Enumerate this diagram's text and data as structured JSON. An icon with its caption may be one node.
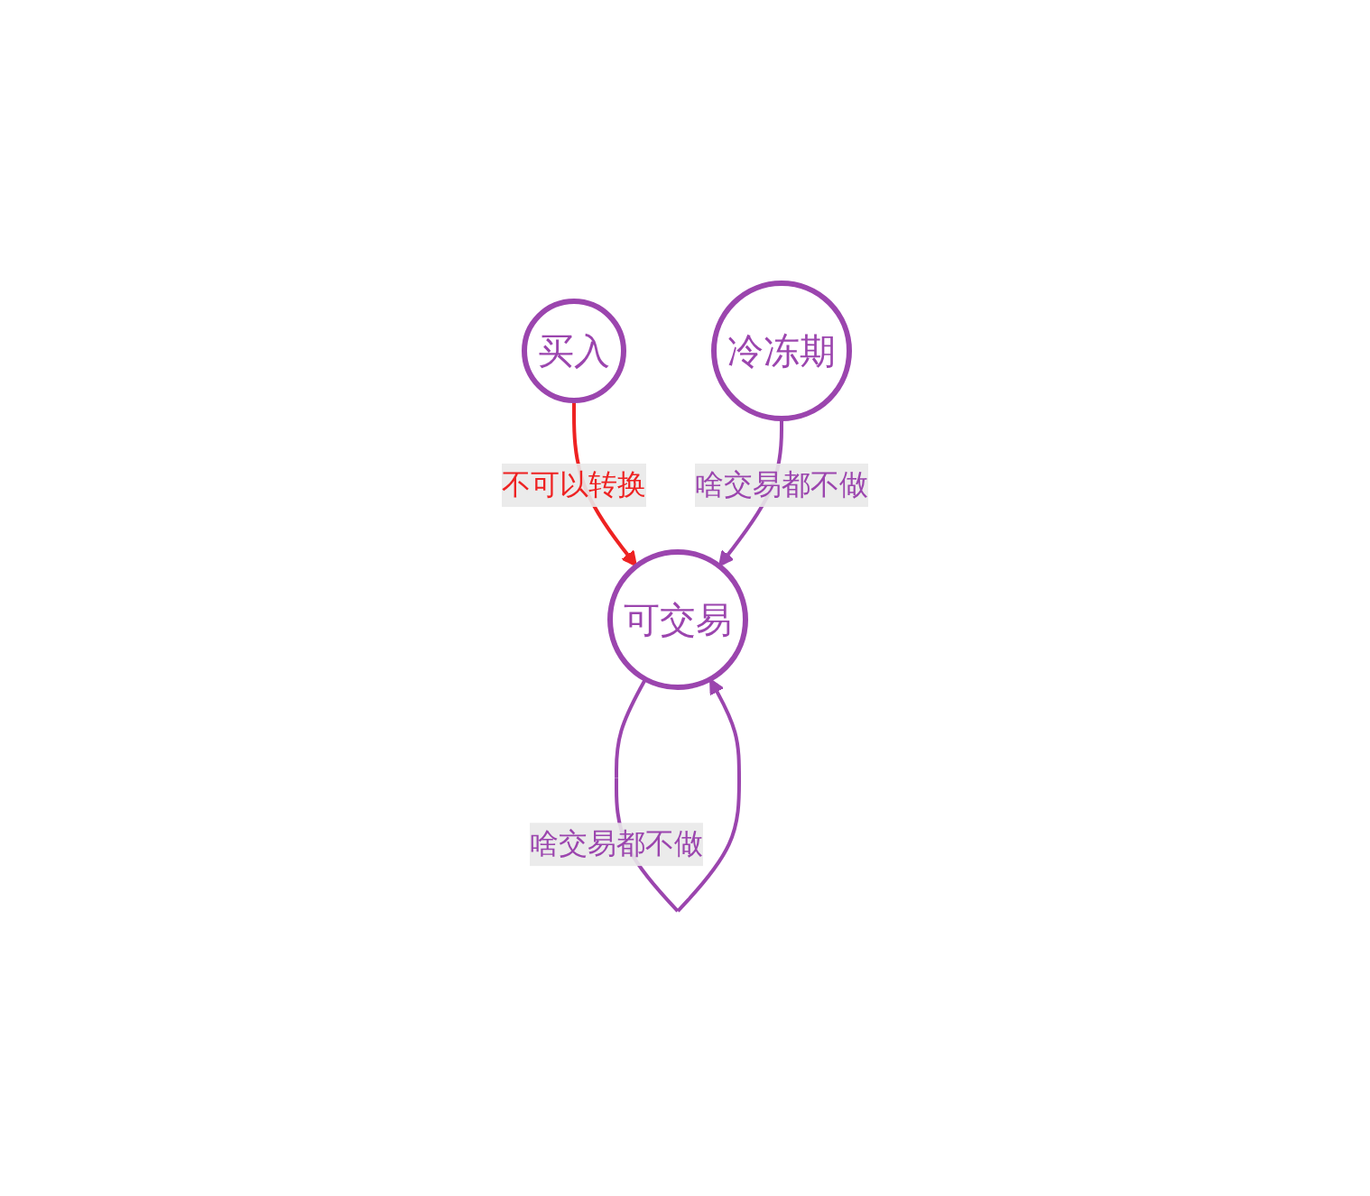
{
  "diagram": {
    "nodes": [
      {
        "text": [
          "买入"
        ]
      },
      {
        "text": [
          "冷冻期"
        ]
      },
      {
        "text": [
          "可交易"
        ]
      }
    ],
    "edges": [
      {
        "from": 0,
        "to": 2,
        "arrow": "to",
        "label": "不可以转换",
        "color": "#ee2222"
      },
      {
        "from": 1,
        "to": 2,
        "arrow": "to",
        "label": "啥交易都不做"
      },
      {
        "from": 2,
        "to": 2,
        "arrow": "to",
        "label": "啥交易都不做"
      }
    ]
  }
}
